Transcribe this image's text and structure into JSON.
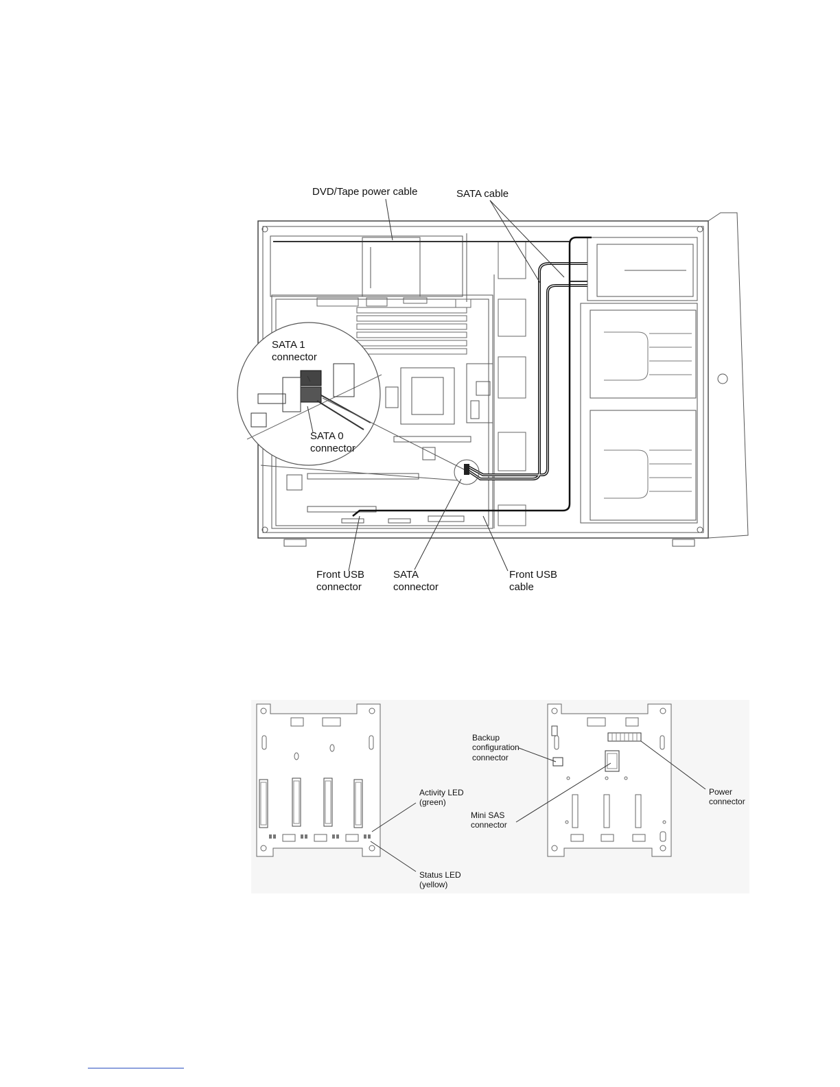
{
  "server_diagram": {
    "labels": {
      "dvd_tape_power_cable": "DVD/Tape power cable",
      "sata_cable": "SATA cable",
      "sata1_connector": [
        "SATA 1",
        "connector"
      ],
      "sata0_connector": [
        "SATA 0",
        "connector"
      ],
      "front_usb_connector": [
        "Front USB",
        "connector"
      ],
      "sata_connector": [
        "SATA",
        "connector"
      ],
      "front_usb_cable": [
        "Front USB",
        "cable"
      ]
    }
  },
  "backplane_diagram": {
    "labels": {
      "activity_led": [
        "Activity LED",
        "(green)"
      ],
      "status_led": [
        "Status LED",
        "(yellow)"
      ],
      "backup_configuration_connector": [
        "Backup",
        "configuration",
        "connector"
      ],
      "mini_sas_connector": [
        "Mini SAS",
        "connector"
      ],
      "power_connector": [
        "Power",
        "connector"
      ]
    }
  }
}
